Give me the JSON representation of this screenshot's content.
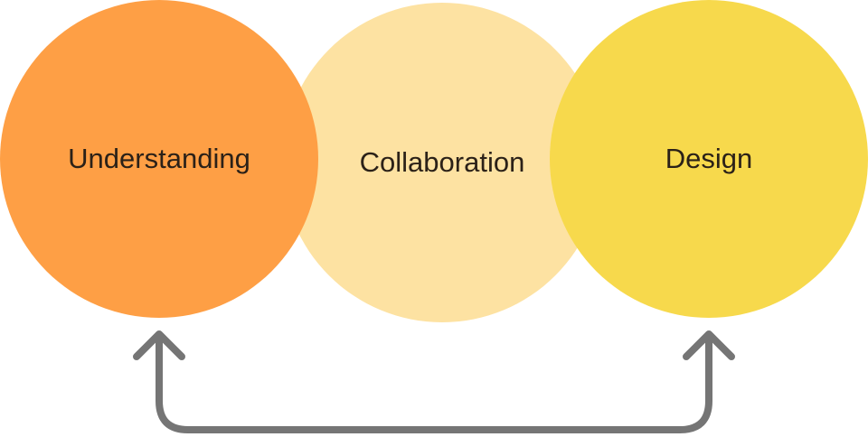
{
  "diagram": {
    "circles": [
      {
        "label": "Understanding",
        "color": "#FE9F45"
      },
      {
        "label": "Collaboration",
        "color": "#FDE2A2"
      },
      {
        "label": "Design",
        "color": "#F7D94C"
      }
    ],
    "arrow_color": "#757575"
  }
}
